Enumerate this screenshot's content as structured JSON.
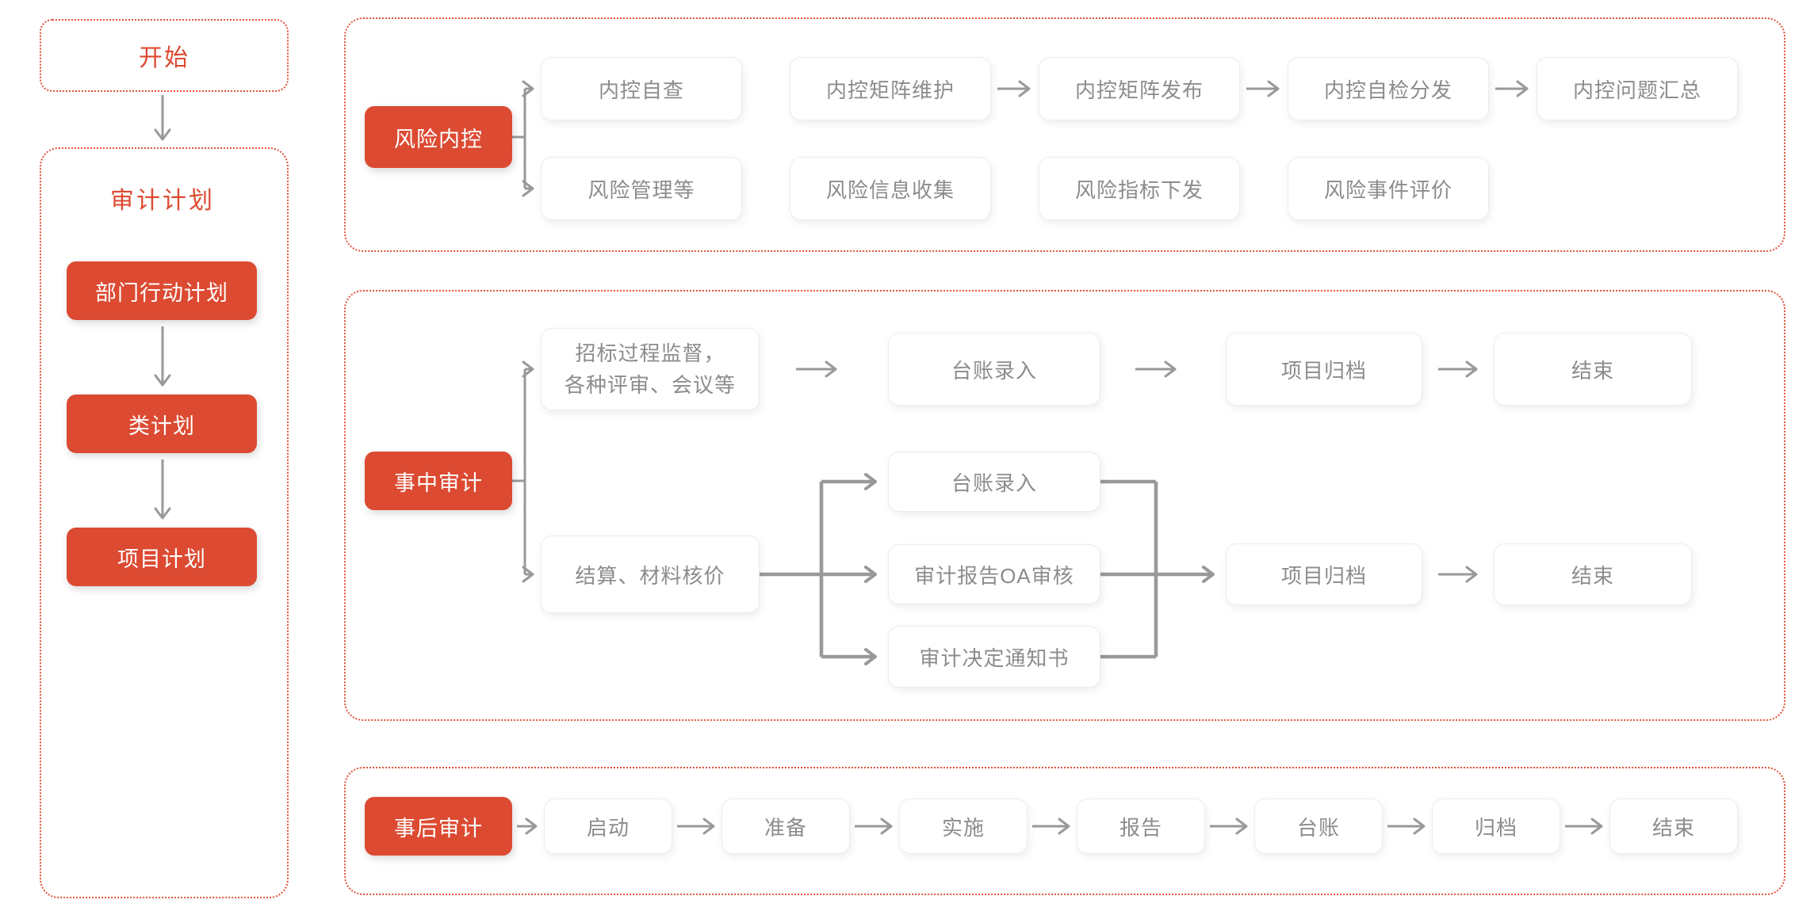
{
  "palette": {
    "accent_red": "#DC4A32",
    "dashed_border_red": "#E2523B",
    "node_text_gray": "#8C8C8C",
    "connector_gray": "#999999",
    "node_border": "#ECECEC"
  },
  "left_column": {
    "start": "开始",
    "plan_group_title": "审计计划",
    "plan_steps": [
      "部门行动计划",
      "类计划",
      "项目计划"
    ]
  },
  "risk_section": {
    "root": "风险内控",
    "row1": [
      "内控自查",
      "内控矩阵维护",
      "内控矩阵发布",
      "内控自检分发",
      "内控问题汇总"
    ],
    "row2": [
      "风险管理等",
      "风险信息收集",
      "风险指标下发",
      "风险事件评价"
    ]
  },
  "during_section": {
    "root": "事中审计",
    "bid_line1": "招标过程监督，",
    "bid_line2": "各种评审、会议等",
    "top_row": [
      "台账录入",
      "项目归档",
      "结束"
    ],
    "settle": "结算、材料核价",
    "split_boxes": [
      "台账录入",
      "审计报告OA审核",
      "审计决定通知书"
    ],
    "merge_row": [
      "项目归档",
      "结束"
    ]
  },
  "post_section": {
    "root": "事后审计",
    "steps": [
      "启动",
      "准备",
      "实施",
      "报告",
      "台账",
      "归档",
      "结束"
    ]
  }
}
